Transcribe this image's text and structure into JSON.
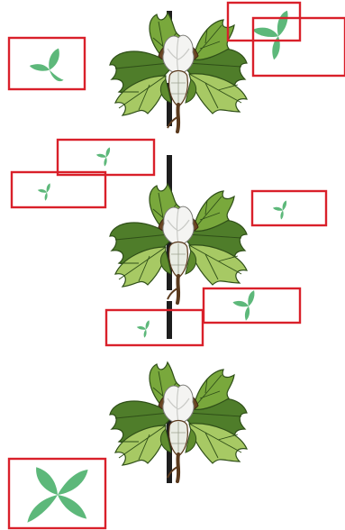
{
  "colors": {
    "background": "#ffffff",
    "box_stroke": "#d9202a",
    "leaf_green": "#5db87a",
    "stem_black": "#1d1d1d",
    "plant_leaf_dark": "#4f7d2a",
    "plant_leaf_mid": "#79a83c",
    "plant_leaf_light": "#a7c964",
    "plant_vein": "#2f4f18",
    "plant_stem_brown": "#5a3a1e",
    "cotton_white": "#f4f4f2",
    "cotton_shade": "#c9cac6"
  },
  "scene": {
    "plants": [
      {
        "name": "cotton-plant-top",
        "icon": "cotton-boll-plant-icon"
      },
      {
        "name": "cotton-plant-middle",
        "icon": "cotton-boll-plant-icon"
      },
      {
        "name": "cotton-plant-bottom",
        "icon": "cotton-boll-plant-icon"
      }
    ],
    "seedlings": [
      {
        "name": "seedling-top-right-large",
        "icon": "three-leaf-seedling-icon",
        "boxed": true
      },
      {
        "name": "seedling-top-left",
        "icon": "two-leaf-seedling-icon",
        "boxed": true
      },
      {
        "name": "seedling-mid-upper",
        "icon": "three-leaf-seedling-icon",
        "boxed": true
      },
      {
        "name": "seedling-mid-left",
        "icon": "three-leaf-seedling-icon",
        "boxed": true
      },
      {
        "name": "seedling-mid-right",
        "icon": "three-leaf-seedling-icon",
        "boxed": true
      },
      {
        "name": "seedling-lower-right",
        "icon": "three-leaf-seedling-icon",
        "boxed": true
      },
      {
        "name": "seedling-lower-center",
        "icon": "three-leaf-seedling-icon",
        "boxed": true
      },
      {
        "name": "seedling-bottom-left-large",
        "icon": "four-leaf-seedling-icon",
        "boxed": true
      }
    ],
    "detection_box_count": 9
  }
}
